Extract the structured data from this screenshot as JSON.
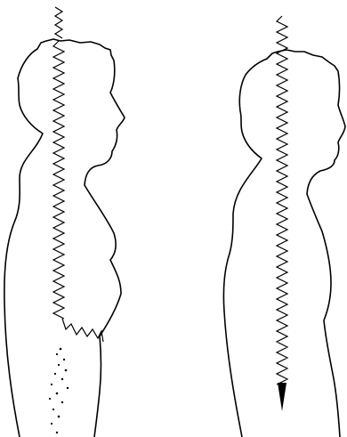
{
  "colors": {
    "line": "#000000",
    "background": "#ffffff"
  },
  "figures": [
    {
      "name": "left-figure",
      "energy_line": "zigzag-line-interrupted-at-waist",
      "below_waist": "dotted-line"
    },
    {
      "name": "right-figure",
      "energy_line": "zigzag-line-full-length",
      "end": "arrowhead-down"
    }
  ]
}
